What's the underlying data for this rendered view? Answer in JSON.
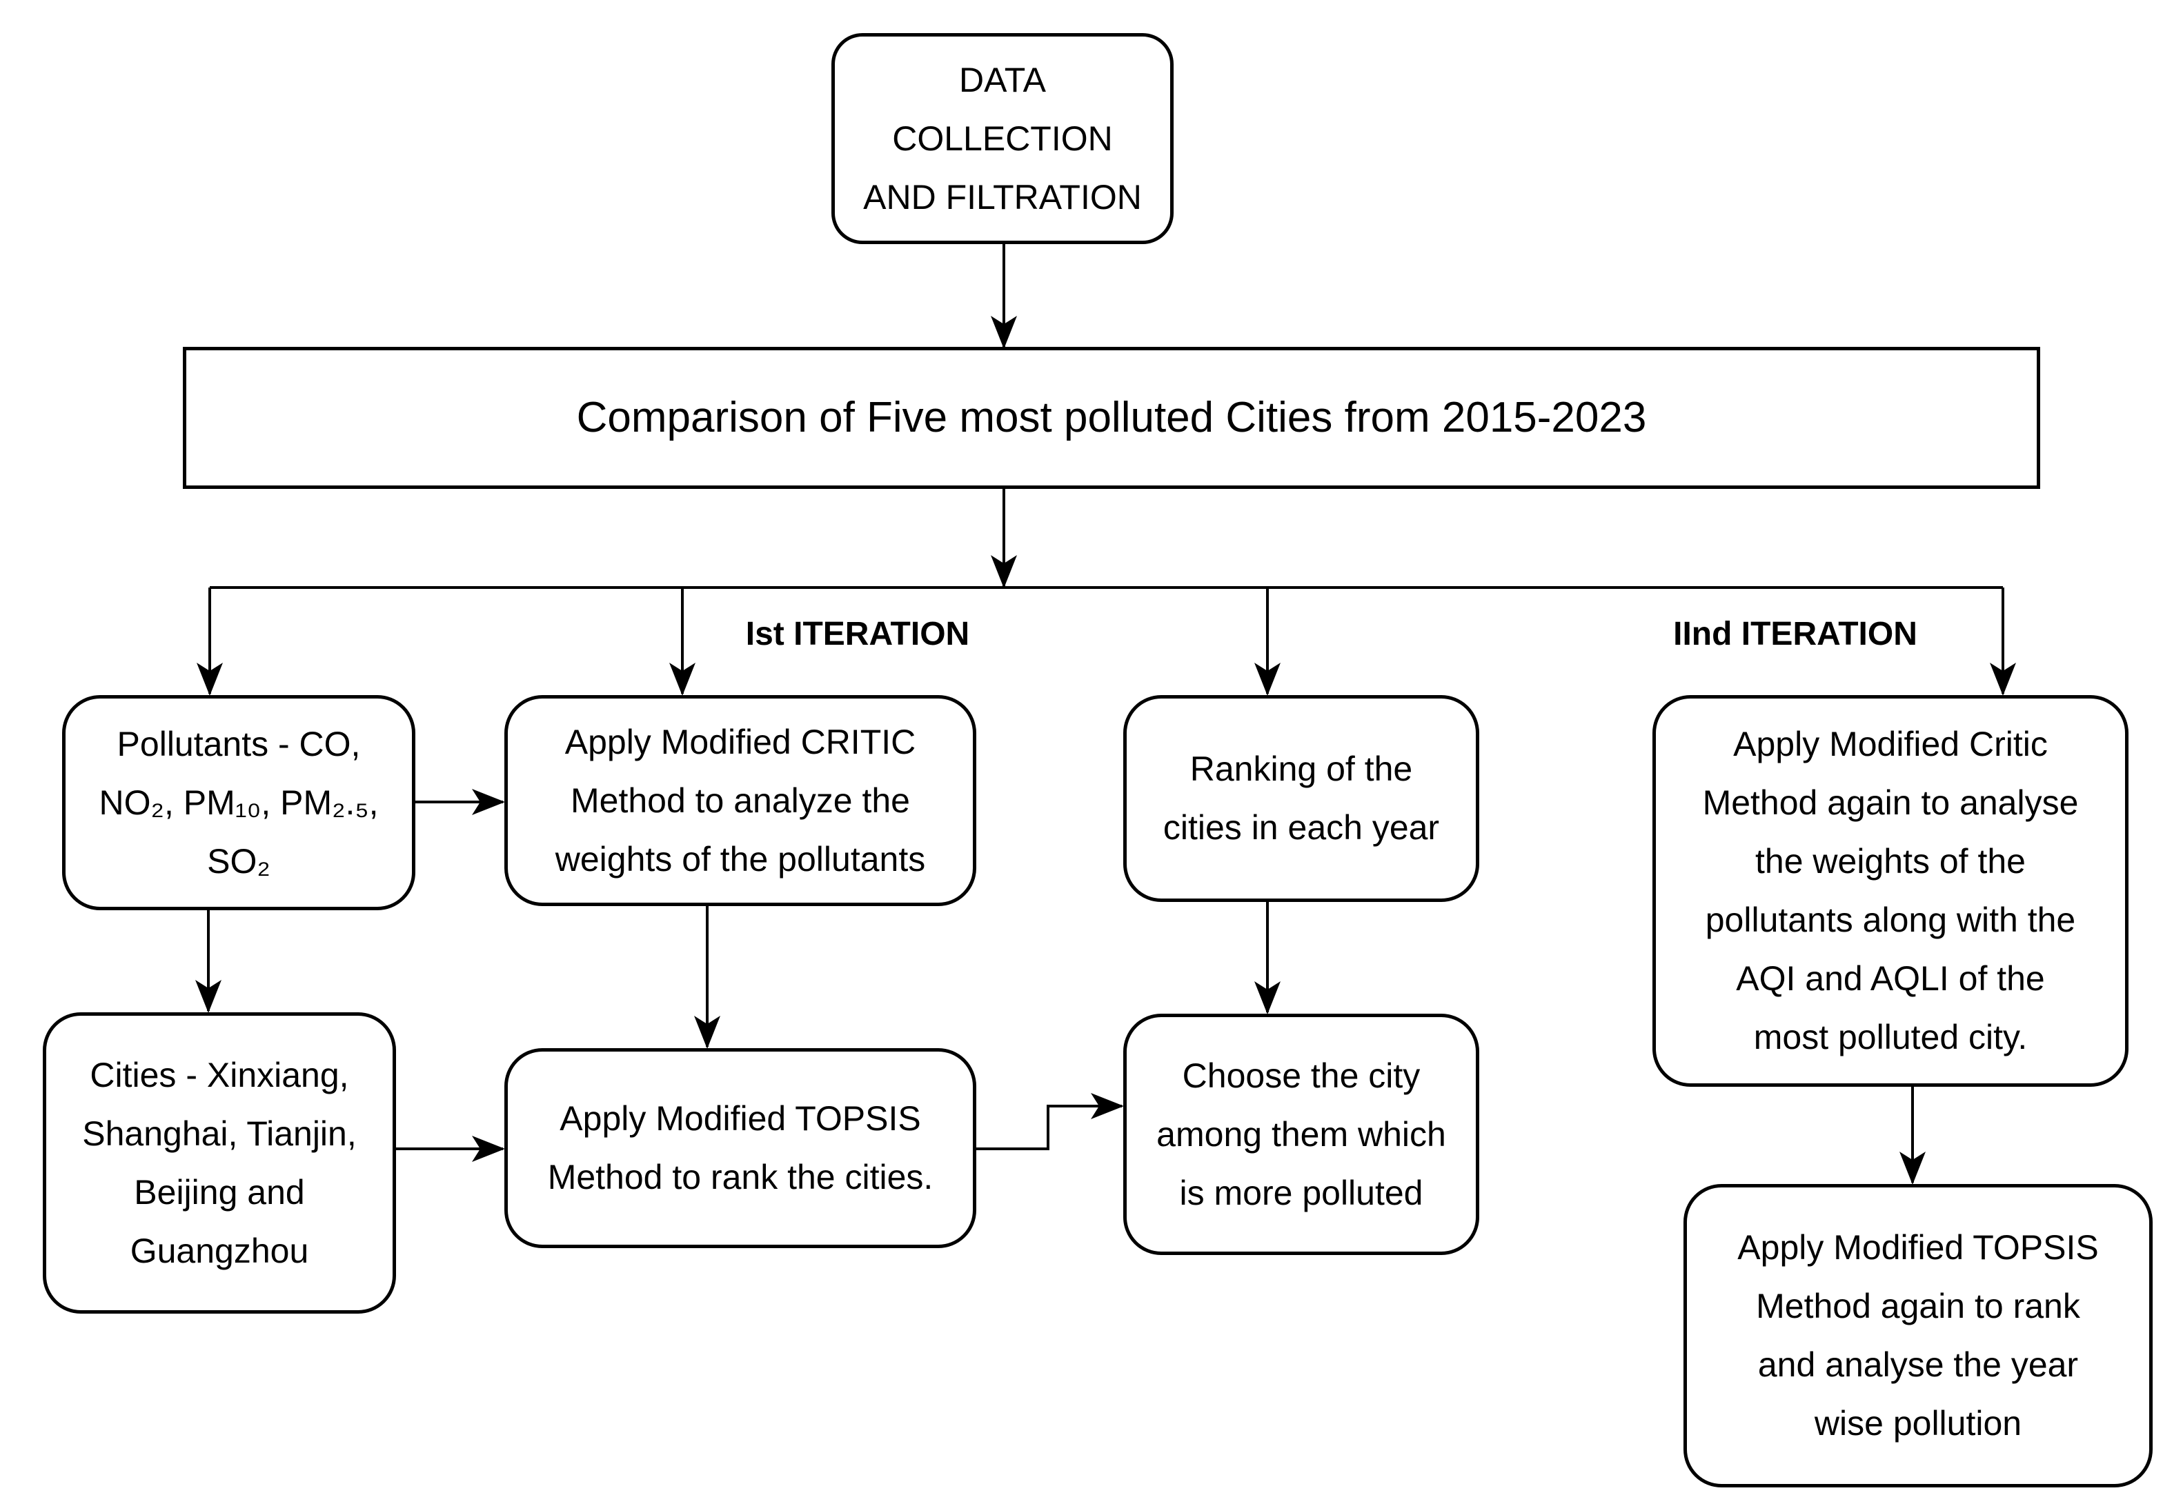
{
  "page": {
    "background": "#ffffff"
  },
  "colors": {
    "line": "#000000",
    "box_border": "#000000",
    "box_fill": "#ffffff",
    "text": "#000000"
  },
  "nodes": {
    "data_collection": {
      "text": "DATA\nCOLLECTION\nAND FILTRATION"
    },
    "comparison_banner": {
      "text": "Comparison of Five most polluted Cities from 2015-2023"
    },
    "pollutants": {
      "text": "Pollutants - CO,\nNO₂, PM₁₀, PM₂.₅,\nSO₂"
    },
    "critic_method_1": {
      "text": "Apply Modified CRITIC\nMethod to analyze the\nweights of the pollutants"
    },
    "ranking": {
      "text": "Ranking of the\ncities in each year"
    },
    "critic_method_2": {
      "text": "Apply Modified Critic\nMethod again to analyse\nthe weights of the\npollutants along with the\nAQI and AQLI of the\nmost polluted city."
    },
    "cities": {
      "text": "Cities - Xinxiang,\nShanghai, Tianjin,\nBeijing and\nGuangzhou"
    },
    "topsis_method_1": {
      "text": "Apply Modified TOPSIS\nMethod to rank the cities."
    },
    "choose_city": {
      "text": "Choose the city\namong them which\nis more polluted"
    },
    "topsis_method_2": {
      "text": "Apply Modified TOPSIS\nMethod again to rank\nand analyse the year\nwise pollution"
    }
  },
  "labels": {
    "first_iteration": "Ist ITERATION",
    "second_iteration": "IInd ITERATION"
  }
}
